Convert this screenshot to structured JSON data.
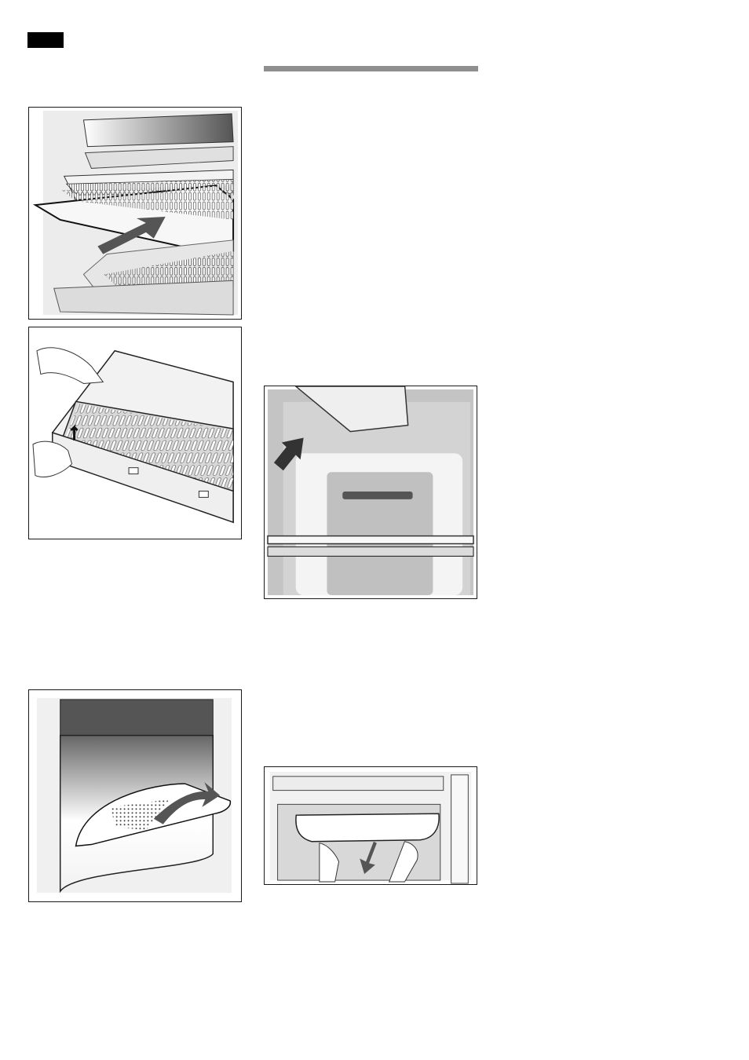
{
  "page": {
    "colors": {
      "tab": "#000000",
      "rule": "#8f8f8f",
      "frame": "#1a1a1a"
    }
  },
  "figures": [
    {
      "id": "fig1",
      "icon": "shelf-pull-out-arrow"
    },
    {
      "id": "fig2",
      "icon": "shelf-insert-lift-arrow"
    },
    {
      "id": "fig3",
      "icon": "filter-cover-swing-arrow"
    },
    {
      "id": "fig4",
      "icon": "drawer-tilt-arrow"
    },
    {
      "id": "fig5",
      "icon": "light-cover-remove-arrow"
    }
  ]
}
